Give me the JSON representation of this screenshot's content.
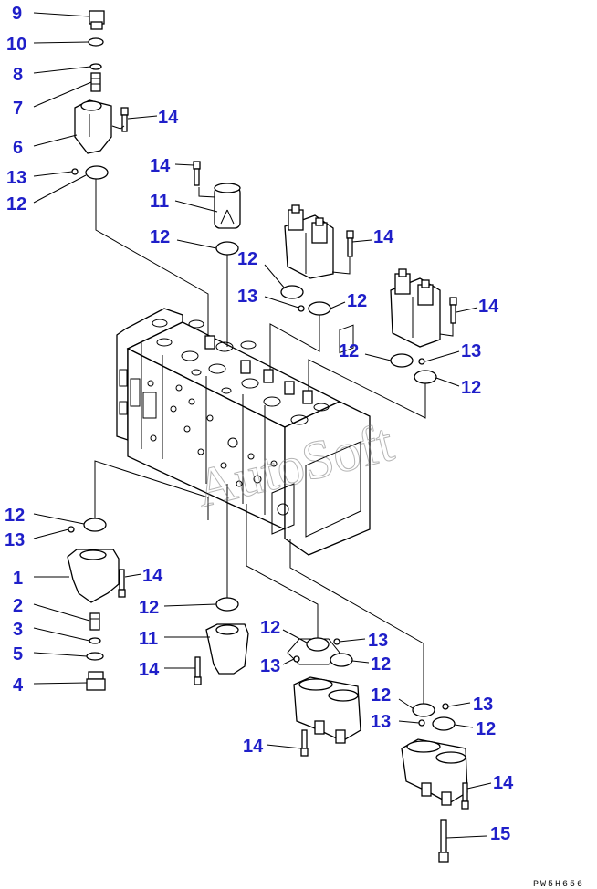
{
  "diagram": {
    "callouts": [
      {
        "id": "c9",
        "text": "9"
      },
      {
        "id": "c10",
        "text": "10"
      },
      {
        "id": "c8",
        "text": "8"
      },
      {
        "id": "c7",
        "text": "7"
      },
      {
        "id": "c6",
        "text": "6"
      },
      {
        "id": "c14a",
        "text": "14"
      },
      {
        "id": "c13a",
        "text": "13"
      },
      {
        "id": "c12a",
        "text": "12"
      },
      {
        "id": "c14b",
        "text": "14"
      },
      {
        "id": "c11a",
        "text": "11"
      },
      {
        "id": "c12b",
        "text": "12"
      },
      {
        "id": "c14c",
        "text": "14"
      },
      {
        "id": "c12c",
        "text": "12"
      },
      {
        "id": "c13b",
        "text": "13"
      },
      {
        "id": "c12d",
        "text": "12"
      },
      {
        "id": "c14d",
        "text": "14"
      },
      {
        "id": "c12e",
        "text": "12"
      },
      {
        "id": "c13c",
        "text": "13"
      },
      {
        "id": "c12f",
        "text": "12"
      },
      {
        "id": "c12g",
        "text": "12"
      },
      {
        "id": "c13d",
        "text": "13"
      },
      {
        "id": "c1",
        "text": "1"
      },
      {
        "id": "c14e",
        "text": "14"
      },
      {
        "id": "c2",
        "text": "2"
      },
      {
        "id": "c3",
        "text": "3"
      },
      {
        "id": "c5",
        "text": "5"
      },
      {
        "id": "c4",
        "text": "4"
      },
      {
        "id": "c12h",
        "text": "12"
      },
      {
        "id": "c11b",
        "text": "11"
      },
      {
        "id": "c14f",
        "text": "14"
      },
      {
        "id": "c12i",
        "text": "12"
      },
      {
        "id": "c13e",
        "text": "13"
      },
      {
        "id": "c13f",
        "text": "13"
      },
      {
        "id": "c12j",
        "text": "12"
      },
      {
        "id": "c12k",
        "text": "12"
      },
      {
        "id": "c13g",
        "text": "13"
      },
      {
        "id": "c13h",
        "text": "13"
      },
      {
        "id": "c12l",
        "text": "12"
      },
      {
        "id": "c14g",
        "text": "14"
      },
      {
        "id": "c14h",
        "text": "14"
      },
      {
        "id": "c15",
        "text": "15"
      }
    ],
    "watermark": "AutoSoft",
    "drawing_code": "PW5H656",
    "label_color": "#1f1fc9"
  }
}
